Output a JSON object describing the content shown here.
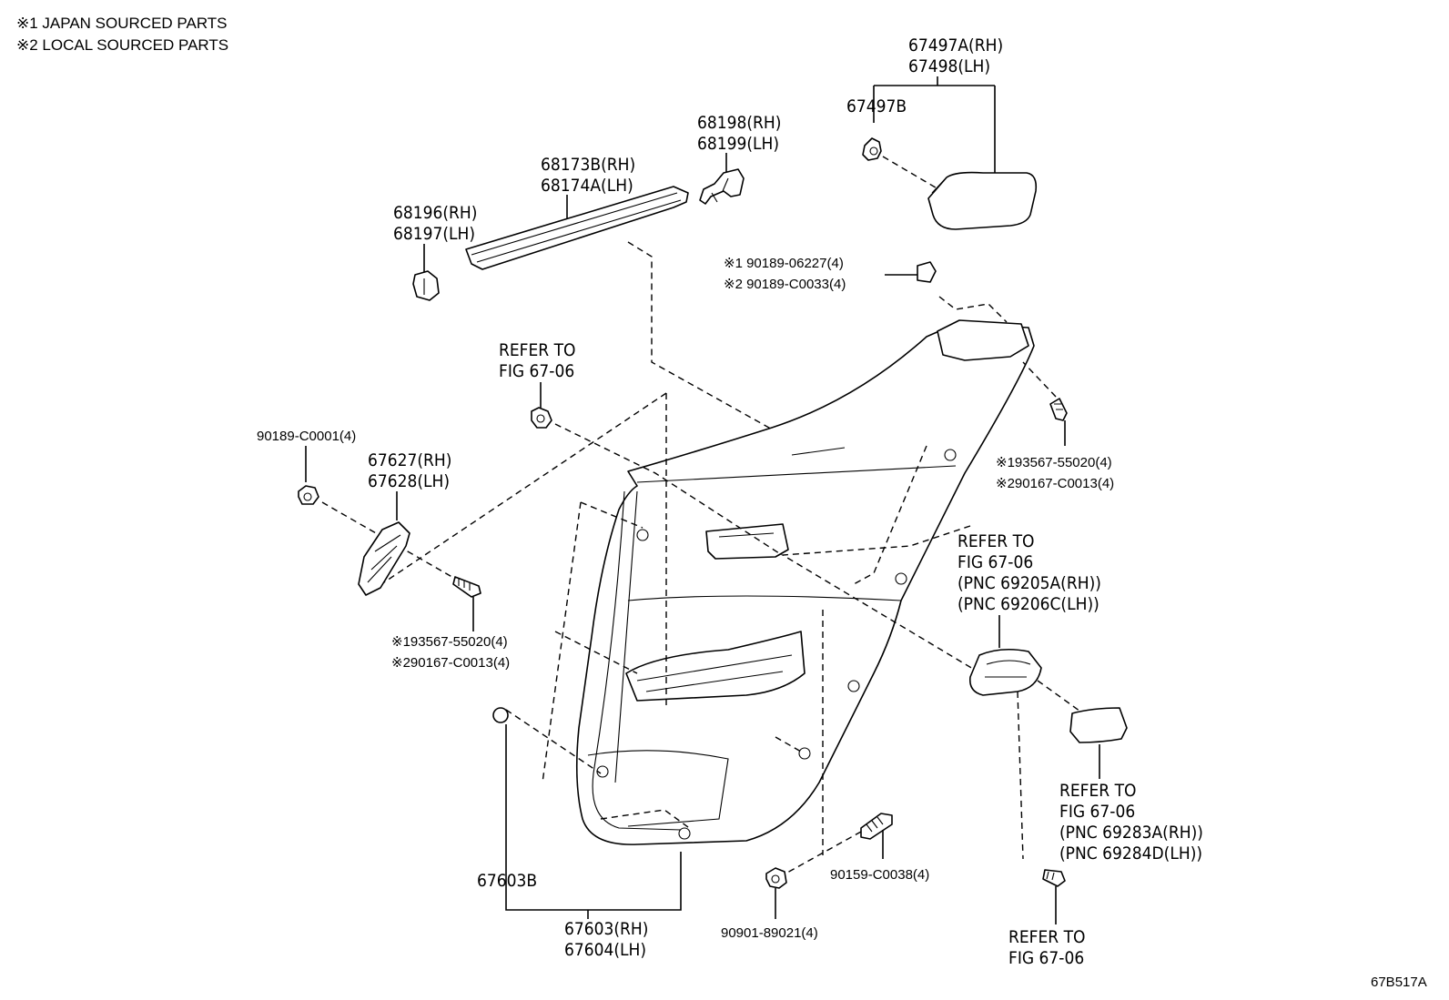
{
  "notes": {
    "n1": "※1 JAPAN SOURCED PARTS",
    "n2": "※2 LOCAL SOURCED PARTS"
  },
  "labels": {
    "p67497a": "67497A(RH)",
    "p67498": "67498(LH)",
    "p67497b": "67497B",
    "p68198": "68198(RH)",
    "p68199": "68199(LH)",
    "p68173b": "68173B(RH)",
    "p68174a": "68174A(LH)",
    "p68196": "68196(RH)",
    "p68197": "68197(LH)",
    "clip_top_1": "※1 90189-06227(4)",
    "clip_top_2": "※2 90189-C0033(4)",
    "refer_top_1": "REFER TO",
    "refer_top_2": "FIG 67-06",
    "p90189c0001": "90189-C0001(4)",
    "p67627": "67627(RH)",
    "p67628": "67628(LH)",
    "screw_right_1": "※193567-55020(4)",
    "screw_right_2": "※290167-C0013(4)",
    "refer_mid_1": "REFER TO",
    "refer_mid_2": "FIG 67-06",
    "refer_mid_3": "(PNC 69205A(RH))",
    "refer_mid_4": "(PNC 69206C(LH))",
    "screw_left_1": "※193567-55020(4)",
    "screw_left_2": "※290167-C0013(4)",
    "refer_low_1": "REFER TO",
    "refer_low_2": "FIG 67-06",
    "refer_low_3": "(PNC 69283A(RH))",
    "refer_low_4": "(PNC 69284D(LH))",
    "p67603b": "67603B",
    "p90159": "90159-C0038(4)",
    "p67603": "67603(RH)",
    "p67604": "67604(LH)",
    "p90901": "90901-89021(4)",
    "refer_bot_1": "REFER TO",
    "refer_bot_2": "FIG 67-06",
    "diagram_code": "67B517A"
  }
}
